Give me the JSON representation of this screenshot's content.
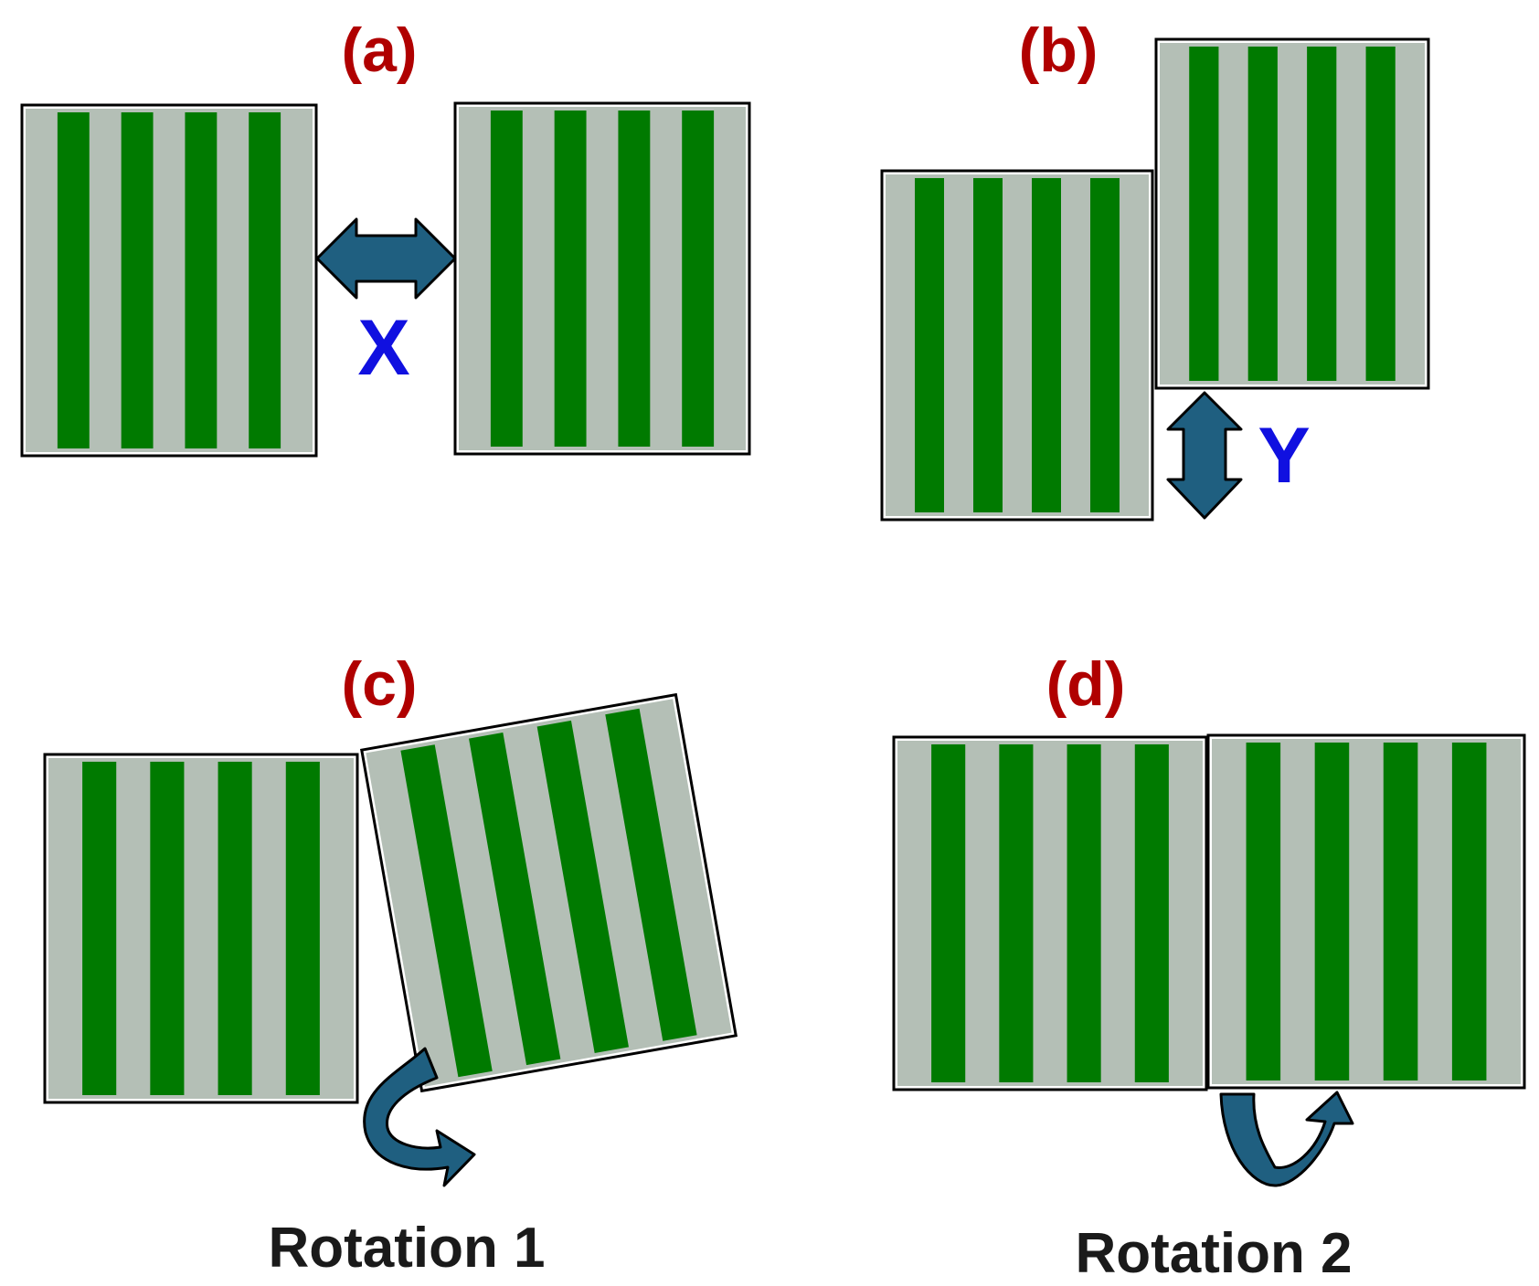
{
  "panels": {
    "a": {
      "label": "(a)",
      "axis": "X"
    },
    "b": {
      "label": "(b)",
      "axis": "Y"
    },
    "c": {
      "label": "(c)",
      "caption": "Rotation 1"
    },
    "d": {
      "label": "(d)",
      "caption": "Rotation 2"
    }
  },
  "colors": {
    "panel_label": "#b00000",
    "axis_label": "#1010e0",
    "caption": "#1a1a1a",
    "stripe_green": "#007a00",
    "stripe_gray": "#b4bfb6",
    "arrow_fill": "#1f5f80",
    "outline": "#000000"
  },
  "grating": {
    "green_stripes": 4
  }
}
